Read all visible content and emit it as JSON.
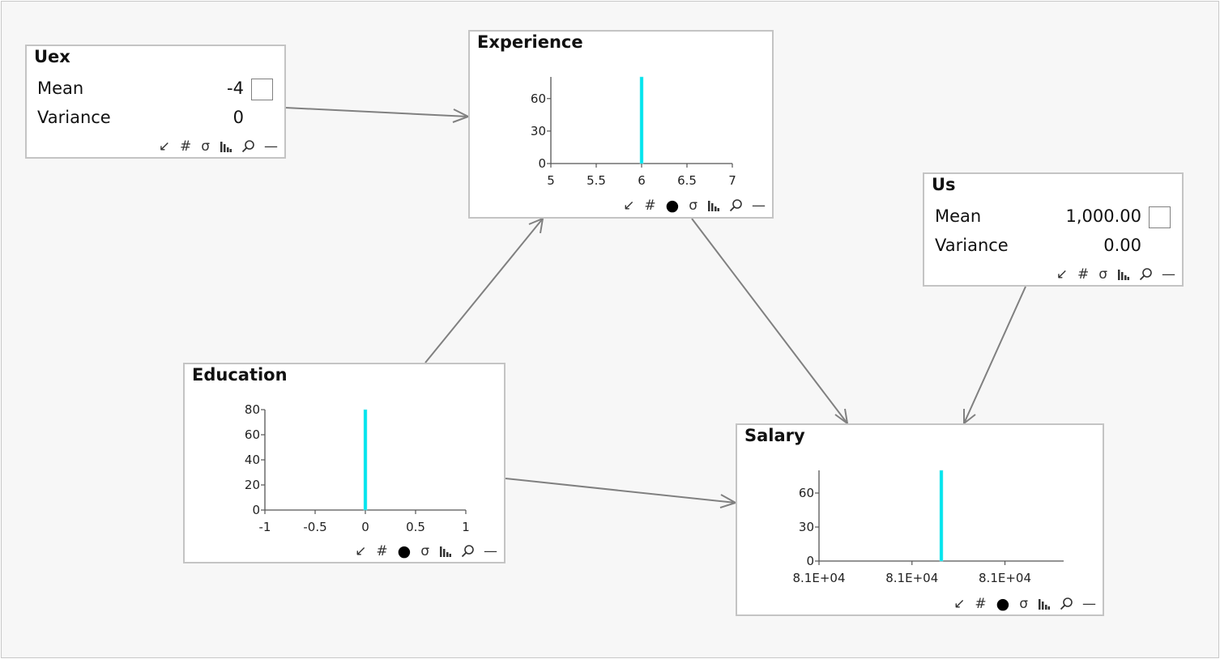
{
  "nodes": {
    "uex": {
      "title": "Uex",
      "mean_label": "Mean",
      "mean_value": "-4",
      "variance_label": "Variance",
      "variance_value": "0"
    },
    "us": {
      "title": "Us",
      "mean_label": "Mean",
      "mean_value": "1,000.00",
      "variance_label": "Variance",
      "variance_value": "0.00"
    },
    "experience": {
      "title": "Experience"
    },
    "education": {
      "title": "Education"
    },
    "salary": {
      "title": "Salary"
    }
  },
  "toolbar_icons": [
    "arrow-in-icon",
    "hash-icon",
    "dot-icon",
    "sigma-icon",
    "histogram-icon",
    "magnifier-icon",
    "minus-icon"
  ],
  "colors": {
    "bar": "#00e5ee",
    "node_border": "#c4c4c4",
    "link": "#808080",
    "canvas": "#f7f7f7"
  },
  "chart_data": [
    {
      "id": "experience",
      "type": "bar",
      "x_ticks": [
        "5",
        "5.5",
        "6",
        "6.5",
        "7"
      ],
      "xlim": [
        5,
        7
      ],
      "y_ticks": [
        "0",
        "30",
        "60"
      ],
      "ylim": [
        0,
        80
      ],
      "bars": [
        {
          "x": 6,
          "value": 80
        }
      ]
    },
    {
      "id": "education",
      "type": "bar",
      "x_ticks": [
        "-1",
        "-0.5",
        "0",
        "0.5",
        "1"
      ],
      "xlim": [
        -1,
        1
      ],
      "y_ticks": [
        "0",
        "20",
        "40",
        "60",
        "80"
      ],
      "ylim": [
        0,
        80
      ],
      "bars": [
        {
          "x": 0,
          "value": 80
        }
      ]
    },
    {
      "id": "salary",
      "type": "bar",
      "x_ticks": [
        "8.1E+04",
        "8.1E+04",
        "8.1E+04"
      ],
      "y_ticks": [
        "0",
        "30",
        "60"
      ],
      "ylim": [
        0,
        80
      ],
      "bars": [
        {
          "x": 81000,
          "value": 80
        }
      ]
    }
  ]
}
